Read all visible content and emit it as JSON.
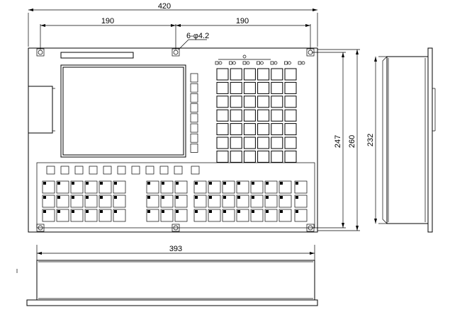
{
  "dimensions": {
    "overall_width": "420",
    "left_hole_spacing": "190",
    "right_hole_spacing": "190",
    "hole_spec": "6-φ4.2",
    "hole_vertical_spacing": "247",
    "panel_height": "260",
    "side_height": "232",
    "bottom_width": "393"
  },
  "keypad": {
    "main_rows": 7,
    "main_cols": 6,
    "softkeys_vertical": 8,
    "softkeys_horizontal": 10,
    "led_indicators": 7,
    "bottom_rows": 3
  },
  "colors": {
    "line": "#000000",
    "background": "#ffffff"
  }
}
